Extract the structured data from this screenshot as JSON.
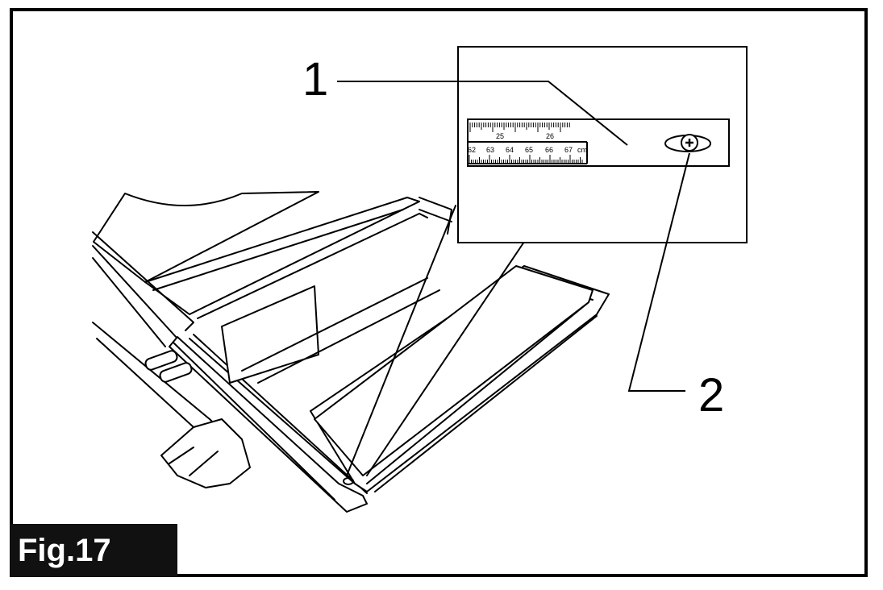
{
  "figure": {
    "label": "Fig.17",
    "callouts": [
      {
        "number": "1"
      },
      {
        "number": "2"
      }
    ]
  },
  "inset_scale": {
    "upper_ticks": [
      "25",
      "26"
    ],
    "lower_ticks": [
      "62",
      "63",
      "64",
      "65",
      "66",
      "67"
    ],
    "unit": "cm"
  },
  "colors": {
    "line": "#000000",
    "label_bg": "#111111",
    "label_text": "#ffffff"
  }
}
